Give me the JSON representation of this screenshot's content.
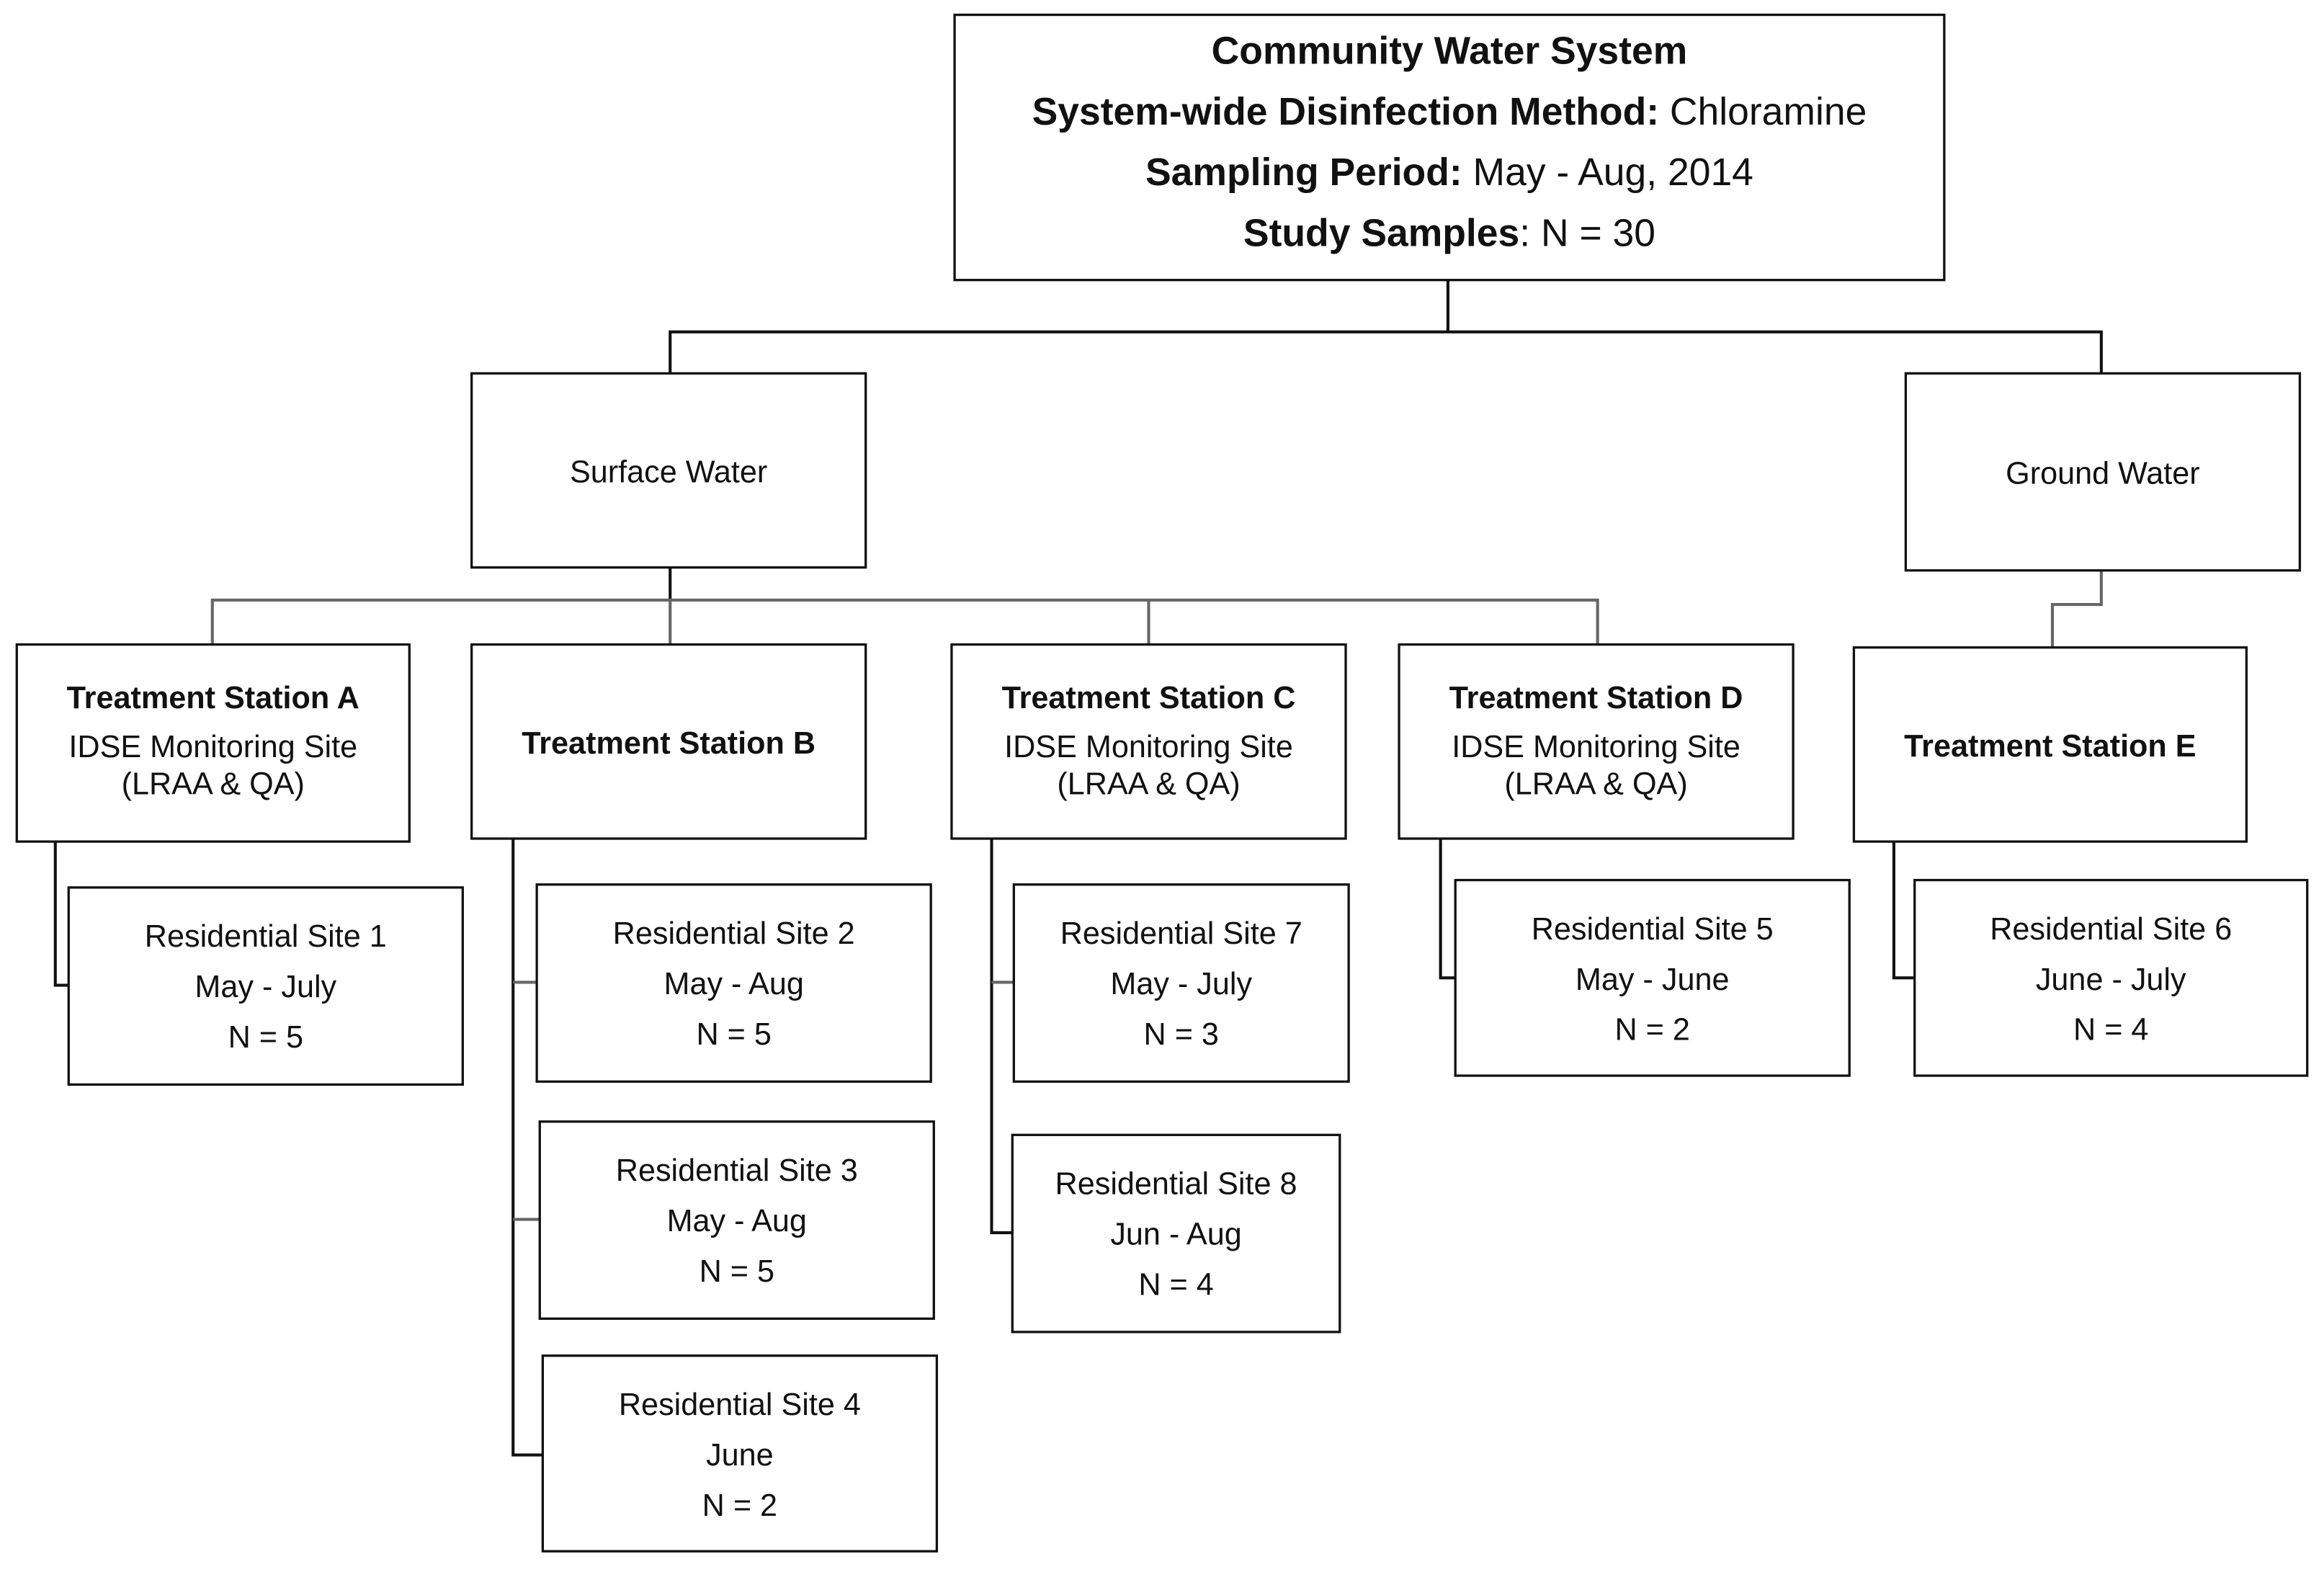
{
  "root": {
    "title": "Community Water System",
    "lines": [
      {
        "label": "System-wide Disinfection Method:",
        "value": " Chloramine"
      },
      {
        "label": "Sampling Period:",
        "value": " May - Aug, 2014"
      },
      {
        "label": "Study Samples",
        "value": ": N = 30"
      }
    ]
  },
  "sources": [
    {
      "label": "Surface Water"
    },
    {
      "label": "Ground Water"
    }
  ],
  "stations": [
    {
      "title": "Treatment Station A",
      "lines": [
        "IDSE Monitoring Site",
        "(LRAA & QA)"
      ]
    },
    {
      "title": "Treatment Station B",
      "lines": []
    },
    {
      "title": "Treatment Station C",
      "lines": [
        "IDSE Monitoring Site",
        "(LRAA & QA)"
      ]
    },
    {
      "title": "Treatment Station D",
      "lines": [
        "IDSE Monitoring Site",
        "(LRAA & QA)"
      ]
    },
    {
      "title": "Treatment Station E",
      "lines": []
    }
  ],
  "sites": [
    {
      "lines": [
        "Residential  Site 1",
        "May - July",
        "N = 5"
      ]
    },
    {
      "lines": [
        "Residential  Site 2",
        "May - Aug",
        "N = 5"
      ]
    },
    {
      "lines": [
        "Residential  Site 3",
        "May - Aug",
        "N = 5"
      ]
    },
    {
      "lines": [
        "Residential  Site 4",
        "June",
        "N = 2"
      ]
    },
    {
      "lines": [
        "Residential  Site 7",
        "May - July",
        "N = 3"
      ]
    },
    {
      "lines": [
        "Residential  Site 8",
        "Jun - Aug",
        "N = 4"
      ]
    },
    {
      "lines": [
        "Residential  Site 5",
        "May - June",
        "N = 2"
      ]
    },
    {
      "lines": [
        "Residential  Site 6",
        "June  - July",
        "N = 4"
      ]
    }
  ],
  "colors": {
    "box_stroke": "#111111",
    "connector_dark": "#111111",
    "connector_gray": "#666666"
  }
}
